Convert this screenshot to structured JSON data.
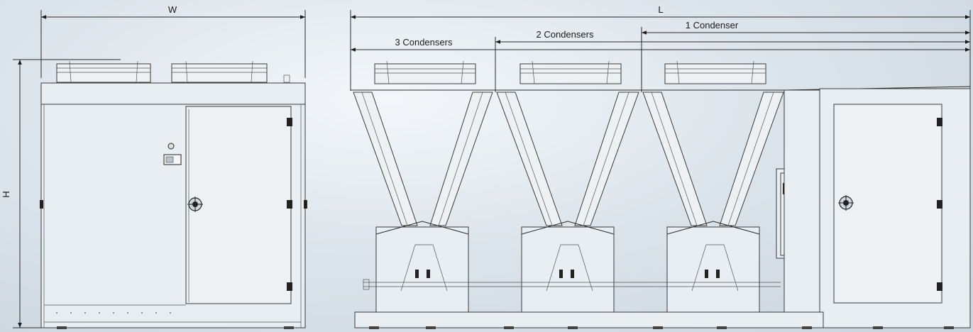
{
  "dimensions": {
    "width_label": "W",
    "height_label": "H",
    "length_label": "L"
  },
  "condenser_spans": {
    "three": "3 Condensers",
    "two": "2 Condensers",
    "one": "1 Condenser"
  },
  "colors": {
    "background": "#dde5ec",
    "line": "#2a2a2a",
    "panel": "#e9eef2"
  }
}
